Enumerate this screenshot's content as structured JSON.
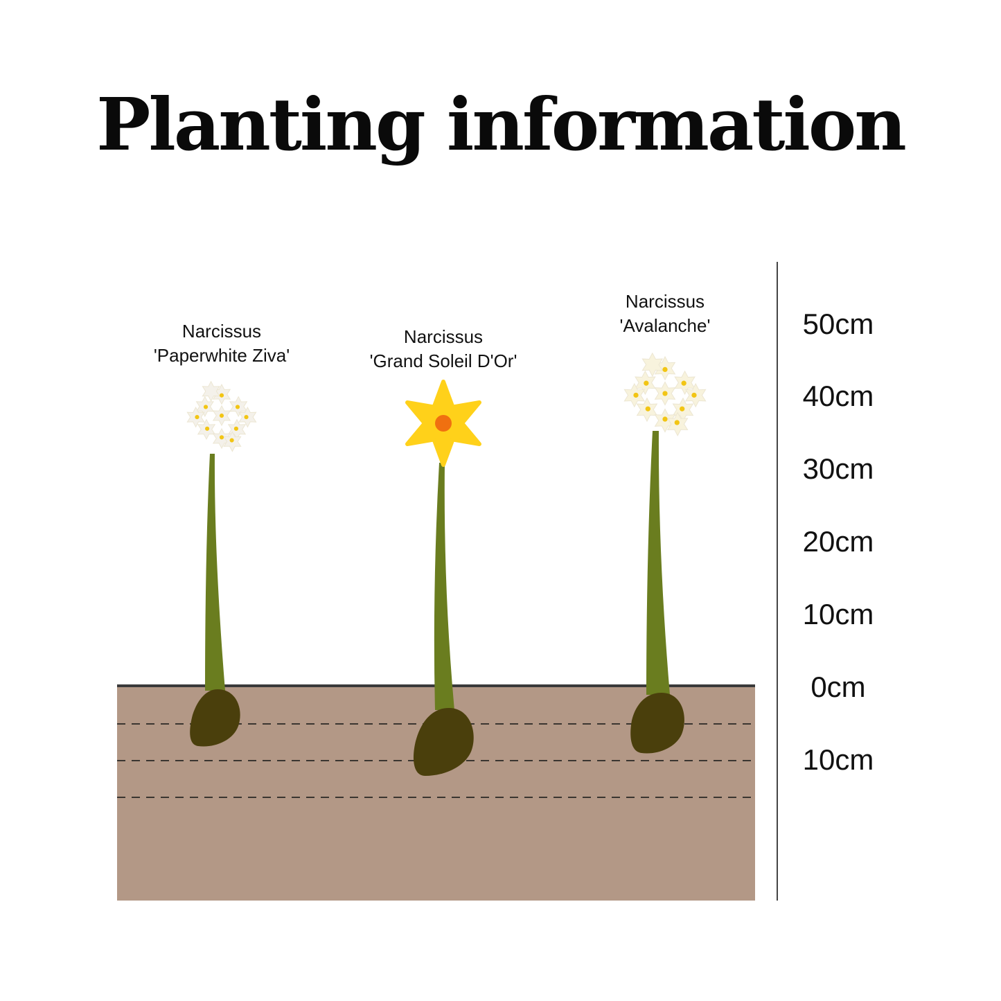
{
  "title": "Planting information",
  "plants": [
    {
      "genus": "Narcissus",
      "cultivar": "'Paperwhite Ziva'",
      "flower_style": "cluster",
      "flower_color": "#f4f1ea"
    },
    {
      "genus": "Narcissus",
      "cultivar": "'Grand Soleil D'Or'",
      "flower_style": "star",
      "flower_color": "#ffd11a"
    },
    {
      "genus": "Narcissus",
      "cultivar": "'Avalanche'",
      "flower_style": "cluster",
      "flower_color": "#f8f3dd"
    }
  ],
  "scale": [
    "50cm",
    "40cm",
    "30cm",
    "20cm",
    "10cm",
    "0cm",
    "10cm"
  ],
  "colors": {
    "soil": "#b39886",
    "bulb": "#4a3f0c",
    "stem": "#6a7d1f",
    "cluster_dots": "#f2c514",
    "daffodil_center": "#f07010",
    "ground_line": "#3a3a3a",
    "scale_line": "#444444"
  }
}
